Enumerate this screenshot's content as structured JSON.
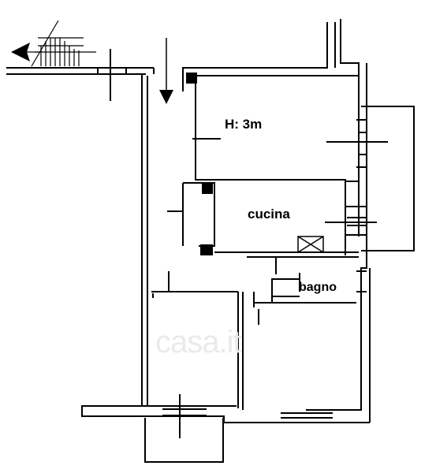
{
  "labels": {
    "height": "H: 3m",
    "kitchen": "cucina",
    "bathroom": "bagno"
  },
  "watermark": "casa.it",
  "colors": {
    "wall": "#000000",
    "background": "#ffffff",
    "watermark": "#eaeaea"
  }
}
